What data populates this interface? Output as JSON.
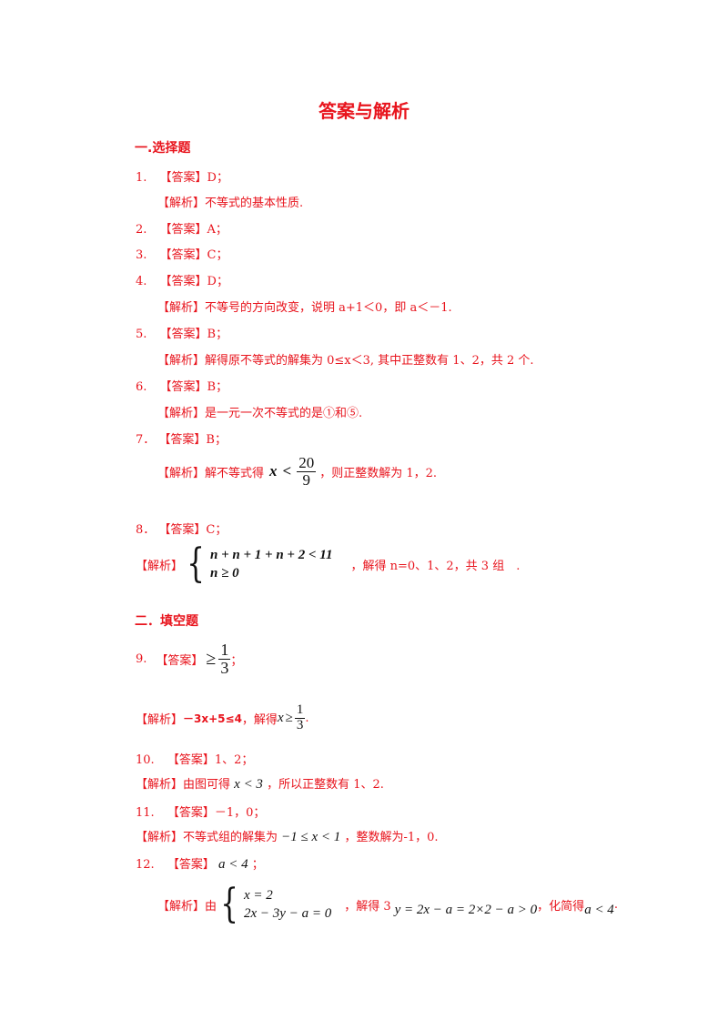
{
  "title": "答案与解析",
  "sections": {
    "s1": "一.选择题",
    "s2": "二．填空题"
  },
  "q1": {
    "num": "1.",
    "ans": "【答案】D；",
    "exp": "【解析】不等式的基本性质."
  },
  "q2": {
    "num": "2.",
    "ans": "【答案】A；"
  },
  "q3": {
    "num": "3.",
    "ans": "【答案】C；"
  },
  "q4": {
    "num": "4.",
    "ans": "【答案】D；",
    "exp": "【解析】不等号的方向改变，说明 a+1＜0，即 a＜－1."
  },
  "q5": {
    "num": "5.",
    "ans": "【答案】B；",
    "exp": "【解析】解得原不等式的解集为 0≤x＜3, 其中正整数有 1、2，共 2 个."
  },
  "q6": {
    "num": "6.",
    "ans": "【答案】B；",
    "exp": "【解析】是一元一次不等式的是①和⑤."
  },
  "q7": {
    "num": "7．",
    "ans": "【答案】B；",
    "exp_pre": "【解析】解不等式得",
    "math_x": "x",
    "math_lt": "<",
    "frac_num": "20",
    "frac_den": "9",
    "exp_post": "，则正整数解为 1，2."
  },
  "q8": {
    "num": "8．",
    "ans": "【答案】C；",
    "exp_pre": "【解析】",
    "row1": "n + n + 1 + n + 2 < 11",
    "row2": "n ≥ 0",
    "exp_post": "，解得 n=0、1、2，共 3 组　."
  },
  "q9": {
    "num": "9.",
    "ans": "【答案】",
    "ge": "≥",
    "frac_num": "1",
    "frac_den": "3",
    "semi": "；",
    "exp_pre": "【解析】",
    "ineq": "－3x+5≤4",
    "exp_mid": "，解得",
    "x": "x",
    "ge2": "≥",
    "frac2_num": "1",
    "frac2_den": "3",
    "dot": "."
  },
  "q10": {
    "num": "10.",
    "ans": "【答案】1、2；",
    "exp_pre": "【解析】由图可得",
    "math": "x < 3",
    "exp_post": "，所以正整数有 1、2."
  },
  "q11": {
    "num": "11.",
    "ans": "【答案】－1，0；",
    "exp_pre": "【解析】不等式组的解集为",
    "math": "−1 ≤ x < 1",
    "exp_post": "，整数解为-1，0."
  },
  "q12": {
    "num": "12.",
    "ans": "【答案】",
    "ans_math": "a < 4",
    "semi": "；",
    "exp_pre": "【解析】由",
    "row1": "x = 2",
    "row2": "2x − 3y − a = 0",
    "exp_mid": "，解得 3",
    "math": "y = 2x − a = 2×2 − a > 0",
    "exp_mid2": "，化简得",
    "math2": "a < 4",
    "dot": "."
  }
}
